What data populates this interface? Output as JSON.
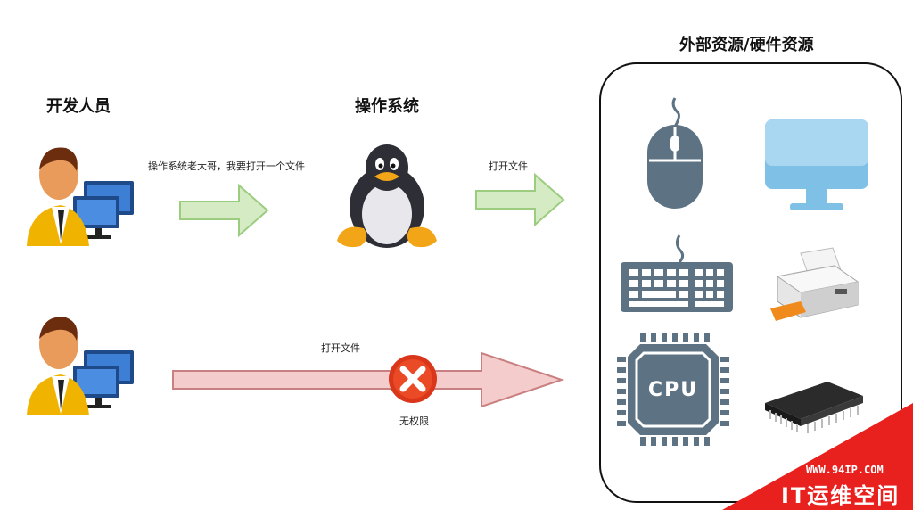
{
  "labels": {
    "developer": "开发人员",
    "os": "操作系统",
    "resources": "外部资源/硬件资源",
    "request": "操作系统老大哥，我要打开一个文件",
    "open_file_1": "打开文件",
    "open_file_2": "打开文件",
    "no_permission": "无权限",
    "cpu": "CPU"
  },
  "watermark": {
    "url": "WWW.94IP.COM",
    "name": "IT运维空间"
  },
  "colors": {
    "allowed_arrow_fill": "#d5ebc4",
    "allowed_arrow_stroke": "#9ccc80",
    "denied_arrow_fill": "#f5cccc",
    "denied_arrow_stroke": "#c98080",
    "device_slate": "#5d7384",
    "monitor_blue": "#7fc0e6",
    "watermark_red": "#e8201e"
  },
  "icons": [
    "developer-person-icon",
    "linux-penguin-icon",
    "mouse-icon",
    "monitor-icon",
    "keyboard-icon",
    "printer-icon",
    "cpu-icon",
    "memory-chip-icon",
    "deny-x-icon"
  ]
}
